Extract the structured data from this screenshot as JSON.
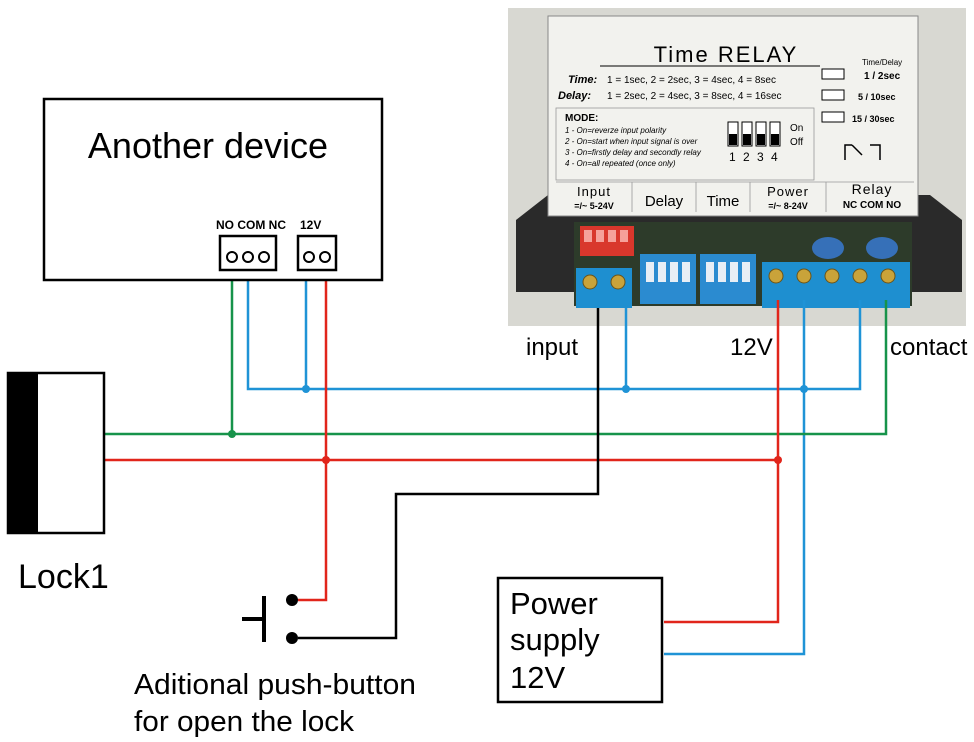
{
  "colors": {
    "red": "#e1251b",
    "blue": "#1f93d6",
    "green": "#17934a",
    "black": "#000000",
    "terminal_blue": "#1e8fd0",
    "relay_body": "#ececec"
  },
  "another_device": {
    "title": "Another device",
    "label_contacts": "NO COM NC",
    "label_power": "12V"
  },
  "lock": {
    "label": "Lock1"
  },
  "push_button": {
    "label_line1": "Aditional push-button",
    "label_line2": "for open the lock"
  },
  "power_supply": {
    "line1": "Power",
    "line2": "supply",
    "line3": "12V"
  },
  "relay_labels": {
    "input": "input",
    "v12": "12V",
    "contact": "contact"
  },
  "relay_module": {
    "title": "Time RELAY",
    "time_label": "Time:",
    "time_text": "1 = 1sec, 2 = 2sec, 3 = 4sec, 4 = 8sec",
    "delay_label": "Delay:",
    "delay_text": "1 = 2sec, 2 = 4sec, 3 = 8sec, 4 = 16sec",
    "mode_label": "MODE:",
    "mode_1": "1 - On=reverze input polarity",
    "mode_2": "2 - On=start when input signal is over",
    "mode_3": "3 - On=firstly delay and secondly relay",
    "mode_4": "4 - On=all repeated (once only)",
    "dip_on": "On",
    "dip_off": "Off",
    "dip_numbers": "1 2 3 4",
    "time_delay_header": "Time/Delay",
    "td_1": "1 / 2sec",
    "td_2": "5 / 10sec",
    "td_3": "15 / 30sec",
    "col_input_1": "Input",
    "col_input_2": "=/~ 5-24V",
    "col_delay": "Delay",
    "col_time": "Time",
    "col_power_1": "Power",
    "col_power_2": "=/~ 8-24V",
    "col_relay_1": "Relay",
    "col_relay_2": "NC COM NO"
  }
}
